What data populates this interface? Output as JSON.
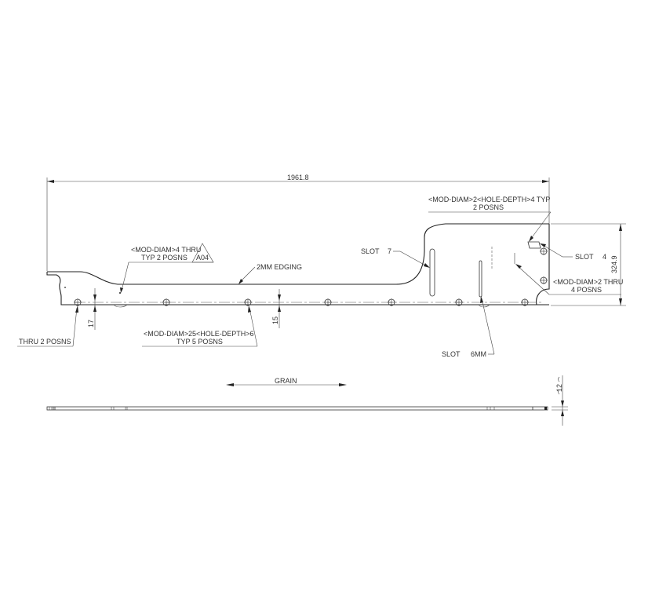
{
  "drawing": {
    "type": "engineering-part-drawing",
    "colors": {
      "line": "#333333",
      "background": "#ffffff"
    },
    "dimensions": {
      "overall_length": "1961.8",
      "overall_height": "324.9",
      "hole_offset_left": "17",
      "hole_offset_mid": "15",
      "thickness": "12"
    },
    "callouts": {
      "thru_holes_left": {
        "line1": "<MOD-DIAM>4 THRU",
        "line2": "TYP 2 POSNS",
        "revision_tag": "A04"
      },
      "thru_2_posns": "THRU 2 POSNS",
      "edging": "2MM EDGING",
      "blind_holes": {
        "line1": "<MOD-DIAM>25<HOLE-DEPTH>6",
        "line2": "TYP 5 POSNS"
      },
      "slot_7": {
        "label": "SLOT",
        "value": "7"
      },
      "top_right_holes": {
        "line1": "<MOD-DIAM>2<HOLE-DEPTH>4 TYP",
        "line2": "2 POSNS"
      },
      "slot_4": {
        "label": "SLOT",
        "value": "4"
      },
      "thru_holes_right": {
        "line1": "<MOD-DIAM>2 THRU",
        "line2": "4 POSNS"
      },
      "slot_6mm": {
        "label": "SLOT",
        "value": "6MM"
      }
    },
    "grain": {
      "label": "GRAIN",
      "direction": "both"
    },
    "icons": [
      "dimension-arrow-icon",
      "hole-crosshair-icon",
      "revision-triangle-icon"
    ]
  }
}
